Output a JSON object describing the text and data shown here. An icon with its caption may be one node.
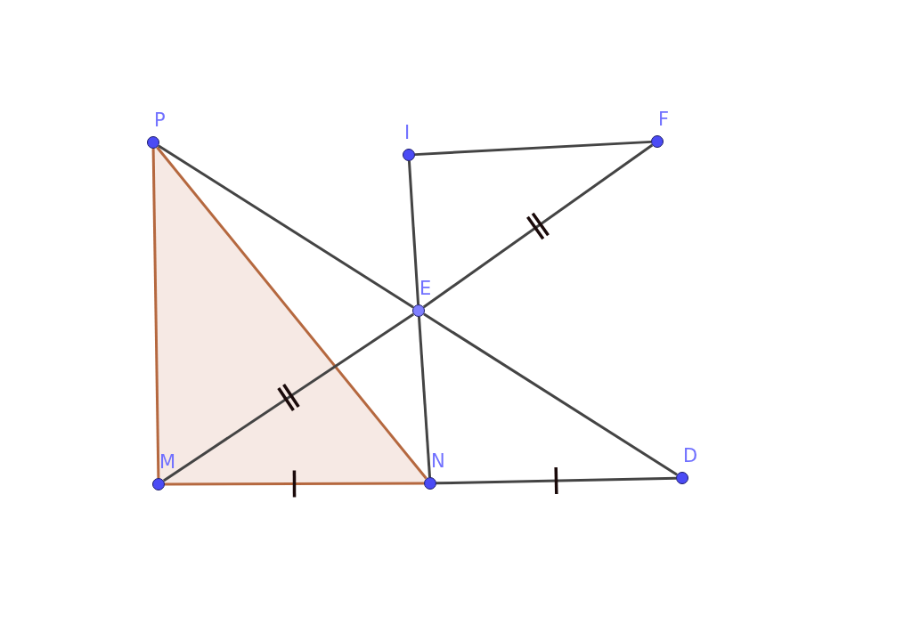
{
  "diagram": {
    "nodes": [
      {
        "text": [
          "P"
        ]
      },
      {
        "text": [
          "I"
        ]
      },
      {
        "text": [
          "F"
        ]
      },
      {
        "text": [
          "E"
        ]
      },
      {
        "text": [
          "M"
        ]
      },
      {
        "text": [
          "N"
        ]
      },
      {
        "text": [
          "D"
        ]
      }
    ],
    "edges": [
      {
        "from": 0,
        "to": 4,
        "arrow": "none",
        "color": "#b5683f"
      },
      {
        "from": 4,
        "to": 5,
        "arrow": "none",
        "color": "#b5683f"
      },
      {
        "from": 0,
        "to": 5,
        "arrow": "none",
        "color": "#b5683f"
      },
      {
        "from": 0,
        "to": 3,
        "arrow": "none"
      },
      {
        "from": 3,
        "to": 6,
        "arrow": "none"
      },
      {
        "from": 4,
        "to": 3,
        "arrow": "none"
      },
      {
        "from": 3,
        "to": 2,
        "arrow": "none"
      },
      {
        "from": 1,
        "to": 3,
        "arrow": "none"
      },
      {
        "from": 3,
        "to": 5,
        "arrow": "none"
      },
      {
        "from": 1,
        "to": 2,
        "arrow": "none"
      },
      {
        "from": 5,
        "to": 6,
        "arrow": "none"
      }
    ]
  }
}
